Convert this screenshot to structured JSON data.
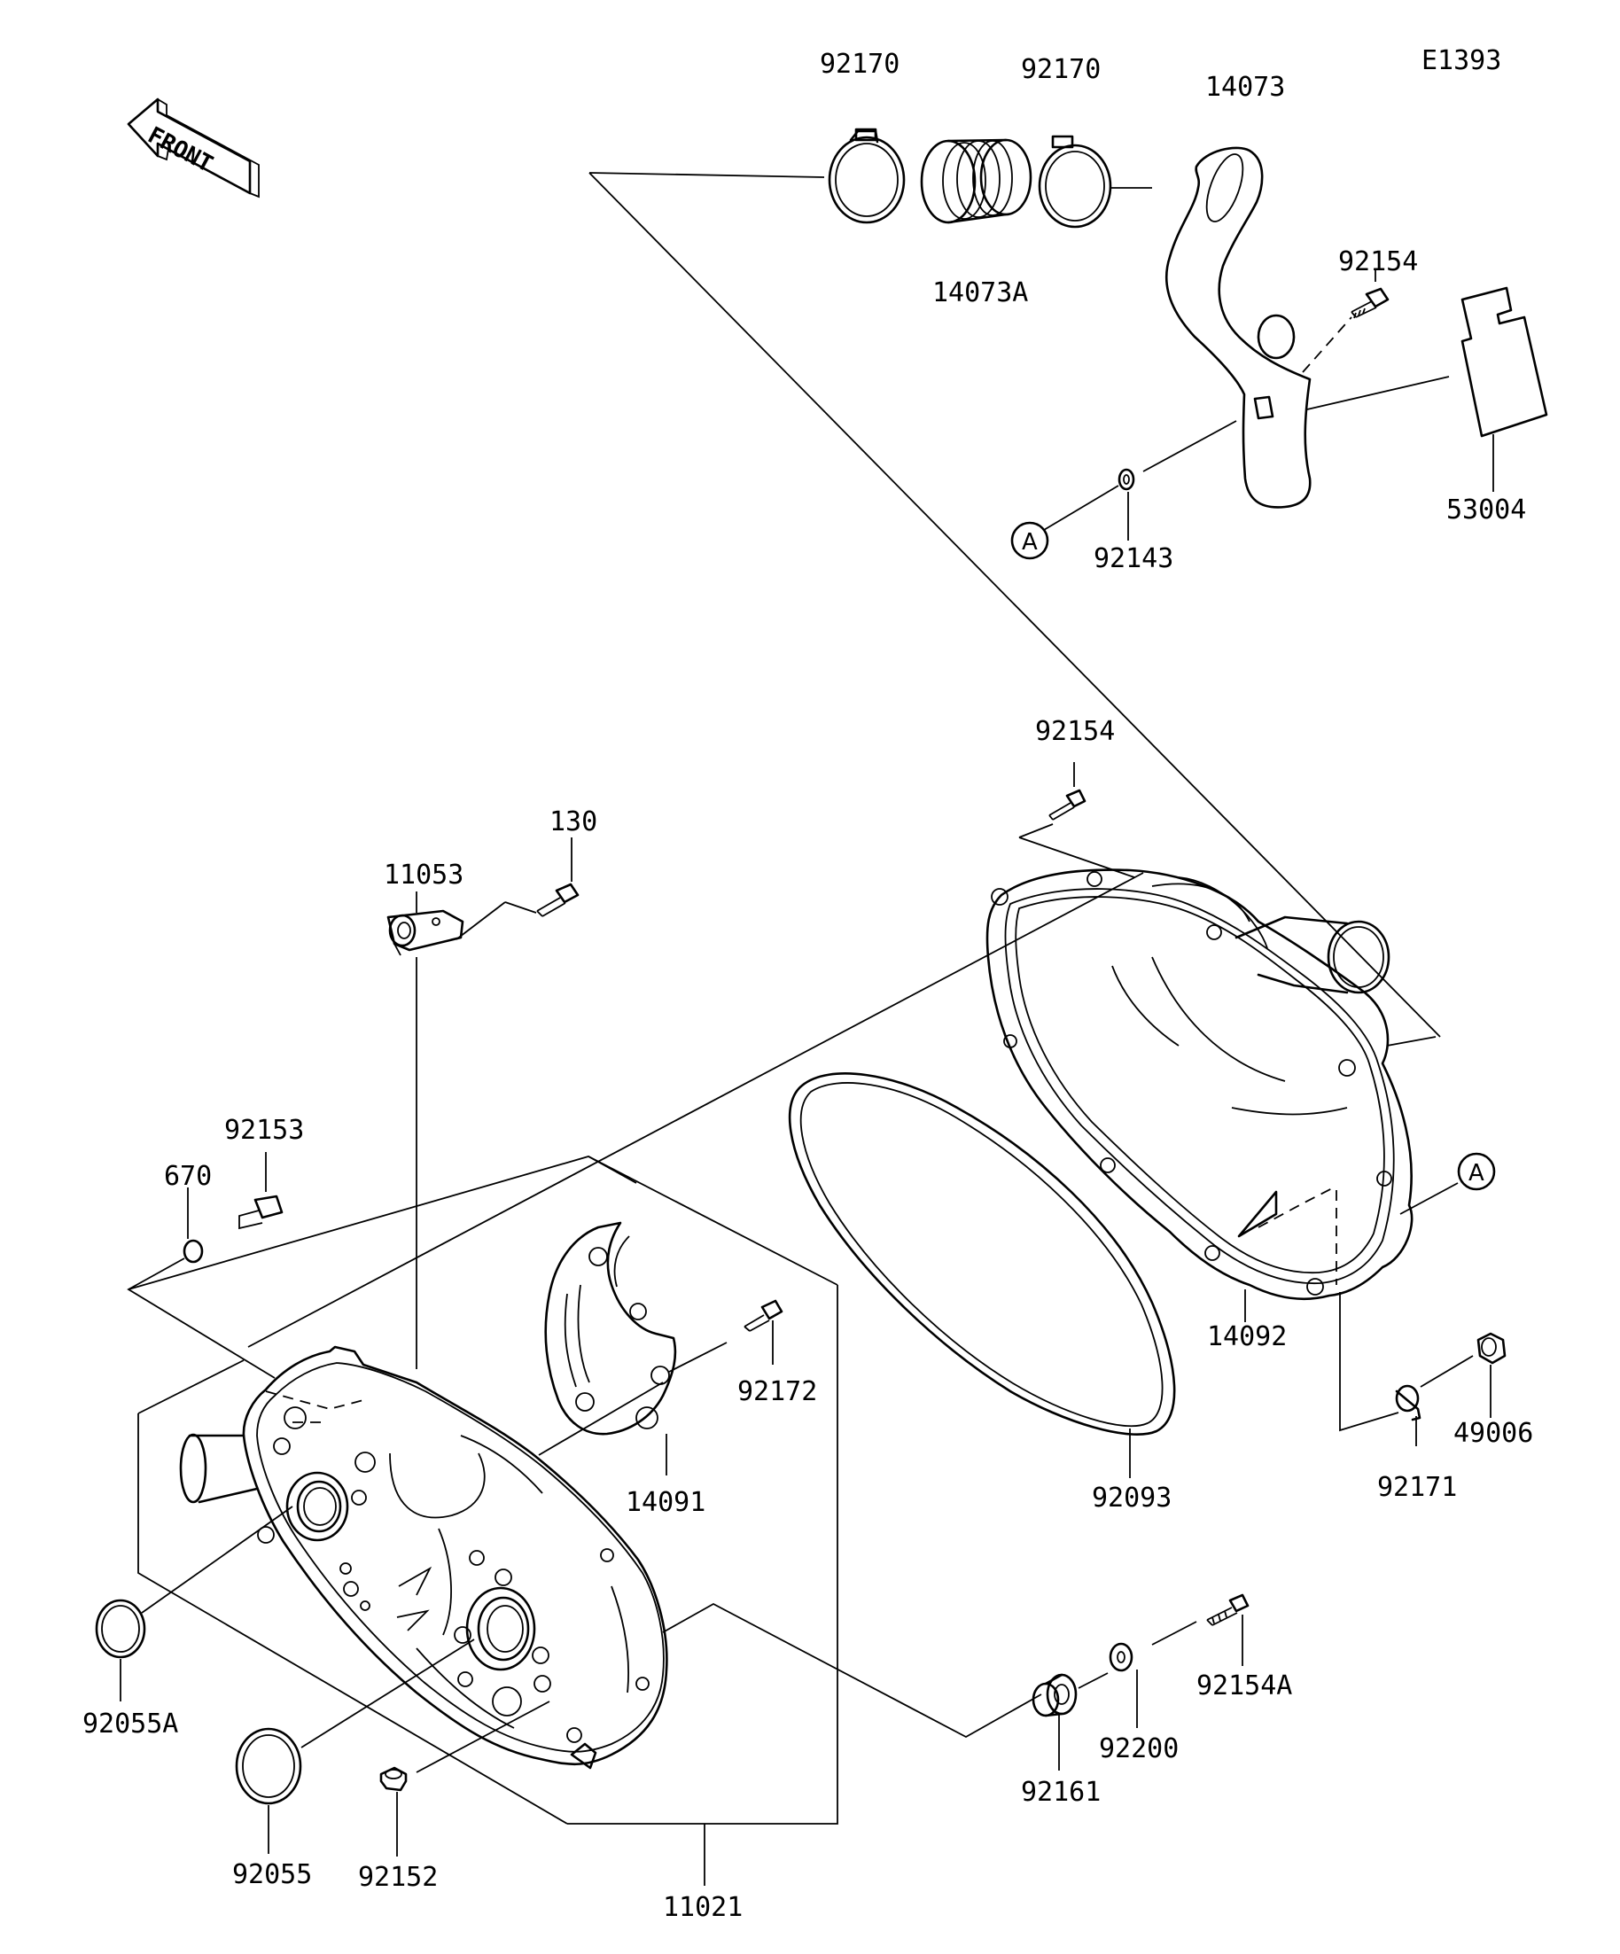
{
  "diagram_code": "E1393",
  "front_label": "FRONT",
  "ref_marker": "A",
  "parts": {
    "p92170a": "92170",
    "p92170b": "92170",
    "p14073": "14073",
    "p14073A": "14073A",
    "p92154a": "92154",
    "p53004": "53004",
    "p92143": "92143",
    "p92154b": "92154",
    "p130": "130",
    "p11053": "11053",
    "p92153": "92153",
    "p670": "670",
    "p14092": "14092",
    "p49006": "49006",
    "p92171": "92171",
    "p92172": "92172",
    "p14091": "14091",
    "p92093": "92093",
    "p92154A": "92154A",
    "p92200": "92200",
    "p92161": "92161",
    "p92055A": "92055A",
    "p92055": "92055",
    "p92152": "92152",
    "p11021": "11021"
  }
}
